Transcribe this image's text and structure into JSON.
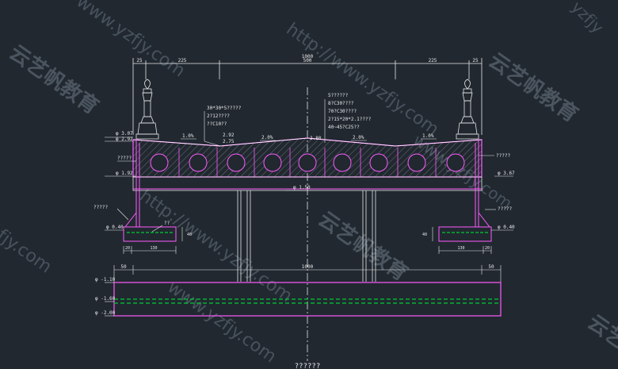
{
  "drawing": {
    "dimensions_top": {
      "total": "1000",
      "left": "225",
      "middle": "500",
      "right": "225",
      "left_edge": "25",
      "right_edge": "25"
    },
    "notes_left": [
      "30*30*5?????",
      "2?12????",
      "??C10??"
    ],
    "notes_right": [
      "5??????",
      "8?C30????",
      "70?C30????",
      "2?15*20*2.1????",
      "40~45?C25??"
    ],
    "slopes": [
      "1.0%",
      "2.0%",
      "2.0%",
      "1.0%"
    ],
    "levels": {
      "top_left_1": "φ 3.07",
      "top_left_2": "φ 2.92",
      "mid_a": "2.92",
      "mid_b": "2.75",
      "center": "2.80",
      "left_beam": "φ 1.92",
      "right_beam": "φ 3.67",
      "bottom_beam": "φ 1.50",
      "left_found": "φ 0.40",
      "right_found": "φ 0.40",
      "base_1": "φ -1.10",
      "base_2": "φ -1.60",
      "base_3": "φ -2.00"
    },
    "side_labels": {
      "left_top": "?????",
      "left_mid": "?????",
      "right_top": "?????",
      "right_mid": "?????",
      "left_found": "??"
    },
    "found_dims": {
      "left_w": "130",
      "left_e": "20",
      "right_w": "130",
      "right_e": "20",
      "left_h": "40",
      "right_h": "40"
    },
    "base_dims": {
      "left": "50",
      "right": "50",
      "span": "1000"
    },
    "bottom_title": "??????"
  },
  "watermarks": {
    "url": "http://www.yzfjy.com",
    "url_short": "www.yzfjy.com",
    "cn": "云艺帆教育",
    "corner_top": "yzfjy",
    "corner_left": "fjy.com",
    "corner_right": "云艺"
  }
}
